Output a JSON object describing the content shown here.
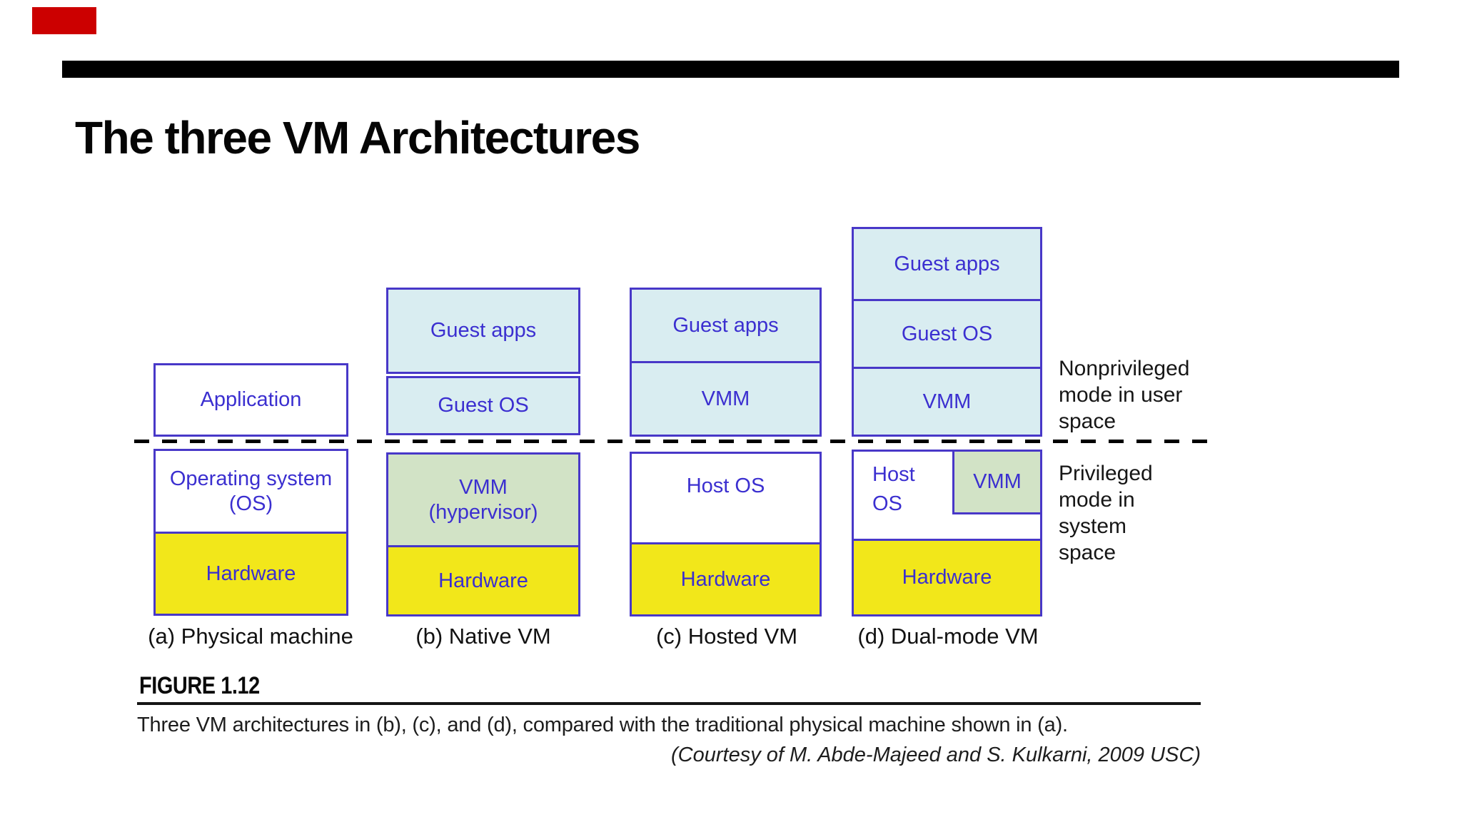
{
  "slide": {
    "title": "The three VM Architectures"
  },
  "diagram_a": {
    "caption": "(a) Physical machine",
    "application": "Application",
    "os_line1": "Operating system",
    "os_line2": "(OS)",
    "hardware": "Hardware"
  },
  "diagram_b": {
    "caption": "(b) Native VM",
    "guest_apps": "Guest apps",
    "guest_os": "Guest OS",
    "vmm_line1": "VMM",
    "vmm_line2": "(hypervisor)",
    "hardware": "Hardware"
  },
  "diagram_c": {
    "caption": "(c) Hosted VM",
    "guest_apps": "Guest apps",
    "vmm": "VMM",
    "host_os": "Host OS",
    "hardware": "Hardware"
  },
  "diagram_d": {
    "caption": "(d) Dual-mode VM",
    "guest_apps": "Guest apps",
    "guest_os": "Guest OS",
    "vmm_user": "VMM",
    "host_line1": "Host",
    "host_line2": "OS",
    "vmm_system": "VMM",
    "hardware": "Hardware"
  },
  "mode_labels": {
    "nonprivileged_line1": "Nonprivileged",
    "nonprivileged_line2": "mode in user",
    "nonprivileged_line3": "space",
    "privileged_line1": "Privileged",
    "privileged_line2": "mode in",
    "privileged_line3": "system",
    "privileged_line4": "space"
  },
  "figure_block": {
    "label": "FIGURE 1.12",
    "caption": "Three VM architectures in (b), (c), and (d), compared with the traditional physical machine shown in (a).",
    "courtesy": "(Courtesy of M. Abde-Majeed and S. Kulkarni, 2009 USC)"
  },
  "colors": {
    "corner_tag": "#cc0000",
    "top_bar": "#000000",
    "dashed_line": "#000000",
    "box_border": "#4838c8",
    "box_text": "#3b2fd0",
    "user_space_fill": "#d9edf1",
    "vmm_fill": "#d2e3c6",
    "hardware_fill": "#f2e71a"
  }
}
